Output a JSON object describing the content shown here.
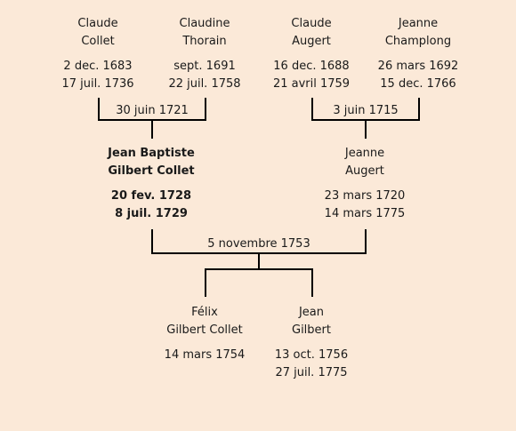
{
  "persons": {
    "claude_collet": {
      "first": "Claude",
      "last": "Collet",
      "birth": "2 dec. 1683",
      "death": "17 juil. 1736"
    },
    "claudine_thorain": {
      "first": "Claudine",
      "last": "Thorain",
      "birth": "sept. 1691",
      "death": "22 juil. 1758"
    },
    "claude_augert": {
      "first": "Claude",
      "last": "Augert",
      "birth": "16 dec. 1688",
      "death": "21 avril 1759"
    },
    "jeanne_champlong": {
      "first": "Jeanne",
      "last": "Champlong",
      "birth": "26 mars 1692",
      "death": "15 dec. 1766"
    },
    "jean_baptiste": {
      "first": "Jean Baptiste",
      "last": "Gilbert Collet",
      "birth": "20 fev. 1728",
      "death": "8 juil. 1729"
    },
    "jeanne_augert": {
      "first": "Jeanne",
      "last": "Augert",
      "birth": "23 mars 1720",
      "death": "14 mars 1775"
    },
    "felix": {
      "first": "Félix",
      "last": "Gilbert Collet",
      "birth": "14 mars 1754",
      "death": ""
    },
    "jean_gilbert": {
      "first": "Jean",
      "last": "Gilbert",
      "birth": "13 oct. 1756",
      "death": "27 juil. 1775"
    }
  },
  "marriages": {
    "collet_thorain": "30 juin 1721",
    "augert_champlong": "3 juin 1715",
    "gilbert_augert": "5 novembre 1753"
  }
}
